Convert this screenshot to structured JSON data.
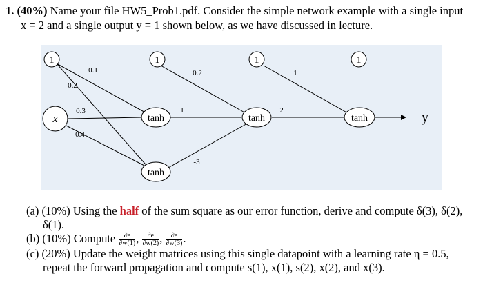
{
  "problem": {
    "number": "1.",
    "percent": "(40%)",
    "text_line1": "Name your file HW5_Prob1.pdf. Consider the simple network example with a single input",
    "text_line2": "x = 2 and a single output y = 1 shown below, as we have discussed in lecture."
  },
  "diagram": {
    "bias_label": "1",
    "input_label": "x",
    "hidden1_top_label": "tanh",
    "hidden1_bottom_label": "tanh",
    "hidden2_label": "tanh",
    "output_label": "tanh",
    "y_label": "y",
    "weights": {
      "b0_to_h1a": "0.1",
      "b0_to_h1b": "0.2",
      "x_to_h1a": "0.3",
      "x_to_h1b": "0.4",
      "b1_to_h2": "0.2",
      "h1a_to_h2": "1",
      "h1b_to_h2": "-3",
      "b2_to_out": "1",
      "h2_to_out": "2"
    }
  },
  "parts": {
    "a": {
      "label": "(a)",
      "pct": "(10%)",
      "pre": "Using the",
      "highlight": "half",
      "post": "of the sum square as our error function, derive and compute δ(3), δ(2),",
      "cont": "δ(1)."
    },
    "b": {
      "label": "(b)",
      "pct": "(10%)",
      "pre": "Compute",
      "frac_num": "∂e",
      "frac_den1": "∂w(1)",
      "frac_den2": "∂w(2)",
      "frac_den3": "∂w(3)"
    },
    "c": {
      "label": "(c)",
      "pct": "(20%)",
      "line1": "Update the weight matrices using this single datapoint with a learning rate η = 0.5,",
      "line2": "repeat the forward propagation and compute s(1), x(1), s(2), x(2), and x(3)."
    }
  }
}
